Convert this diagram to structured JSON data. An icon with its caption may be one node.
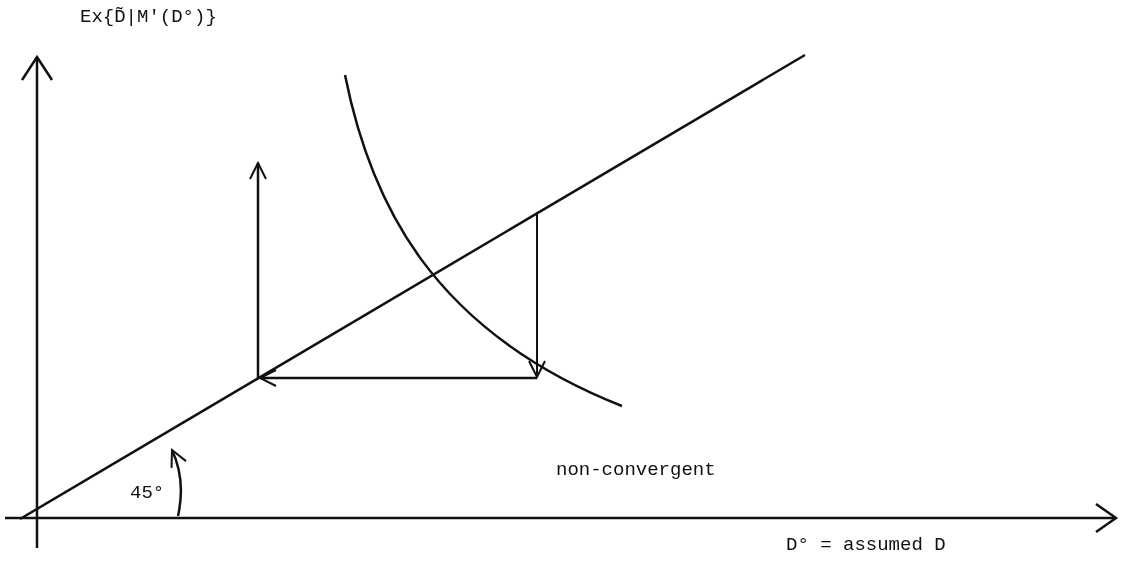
{
  "diagram": {
    "labels": [
      "Ex{D̃|M'(D°)}",
      "45°",
      "non-convergent",
      "D° = assumed D"
    ]
  }
}
